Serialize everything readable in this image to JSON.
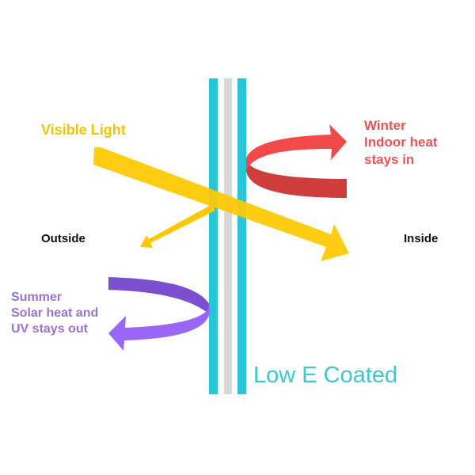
{
  "labels": {
    "visible_light": "Visible Light",
    "winter": "Winter\nIndoor heat\nstays in",
    "summer": "Summer\nSolar heat and\nUV stays out",
    "outside": "Outside",
    "inside": "Inside",
    "coated": "Low E Coated"
  },
  "colors": {
    "glass": "#26c6d6",
    "gap": "#d8d8d8",
    "visible_light": "#ffc800",
    "winter_top": "#f24a4a",
    "winter_bottom": "#cf3d3d",
    "summer_top": "#7b4fd0",
    "summer_bottom": "#9a66f5",
    "coated_text": "#3cc8d0",
    "visible_text": "#f5c400",
    "winter_text": "#e85555",
    "summer_text": "#9a72d6"
  }
}
